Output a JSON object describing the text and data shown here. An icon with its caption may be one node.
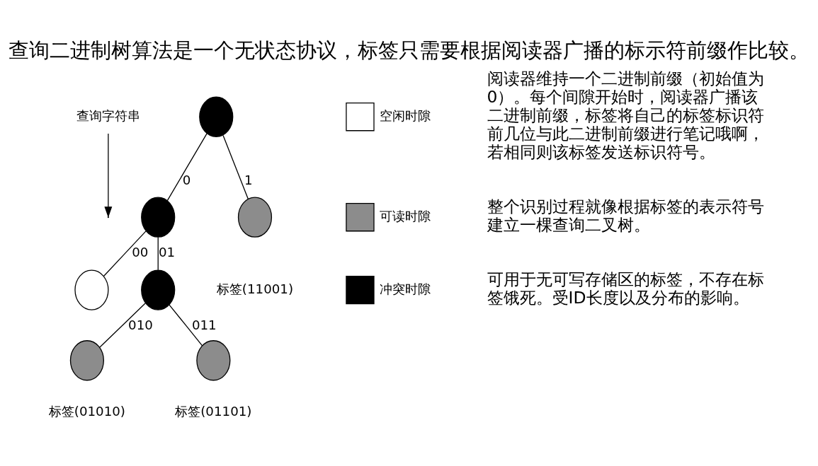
{
  "diagram": {
    "title": "查询二进制树算法是一个无状态协议，标签只需要根据阅读器广播的标示符前缀作比较。",
    "nodes": [
      {
        "text": [
          "查询字符串"
        ]
      },
      {
        "text": [],
        "shape": "circle"
      },
      {
        "text": [],
        "shape": "circle"
      },
      {
        "text": [],
        "shape": "circle",
        "beside": [
          "标签(11001)"
        ]
      },
      {
        "text": [],
        "shape": "circle"
      },
      {
        "text": [],
        "shape": "circle"
      },
      {
        "text": [],
        "shape": "circle",
        "beside": [
          "标签(01010)"
        ]
      },
      {
        "text": [],
        "shape": "circle",
        "beside": [
          "标签(01101)"
        ]
      }
    ],
    "edges": [
      {
        "from": 0,
        "to": null,
        "arrow": "to"
      },
      {
        "from": 1,
        "to": 2,
        "arrow": "none",
        "label": "0"
      },
      {
        "from": 1,
        "to": 3,
        "arrow": "none",
        "label": "1"
      },
      {
        "from": 2,
        "to": 4,
        "arrow": "none",
        "label": "00"
      },
      {
        "from": 2,
        "to": 5,
        "arrow": "none",
        "label": "01"
      },
      {
        "from": 5,
        "to": 6,
        "arrow": "none",
        "label": "010"
      },
      {
        "from": 5,
        "to": 7,
        "arrow": "none",
        "label": "011"
      }
    ],
    "labels": [
      "阅读器维持一个二进制前缀（初始值为0）。每个间隙开始时，阅读器广播该二进制前缀，标签将自己的标签标识符前几位与此二进制前缀进行笔记哦啊，若相同则该标签发送标识符号。",
      "整个识别过程就像根据标签的表示符号建立一棵查询二叉树。",
      "可用于无可写存储区的标签，不存在标签饿死。受ID长度以及分布的影响。"
    ],
    "legend": [
      {
        "text": "空闲时隙",
        "color": "#ffffff"
      },
      {
        "text": "可读时隙",
        "color": "#8c8c8c"
      },
      {
        "text": "冲突时隙",
        "color": "#000000"
      }
    ]
  }
}
